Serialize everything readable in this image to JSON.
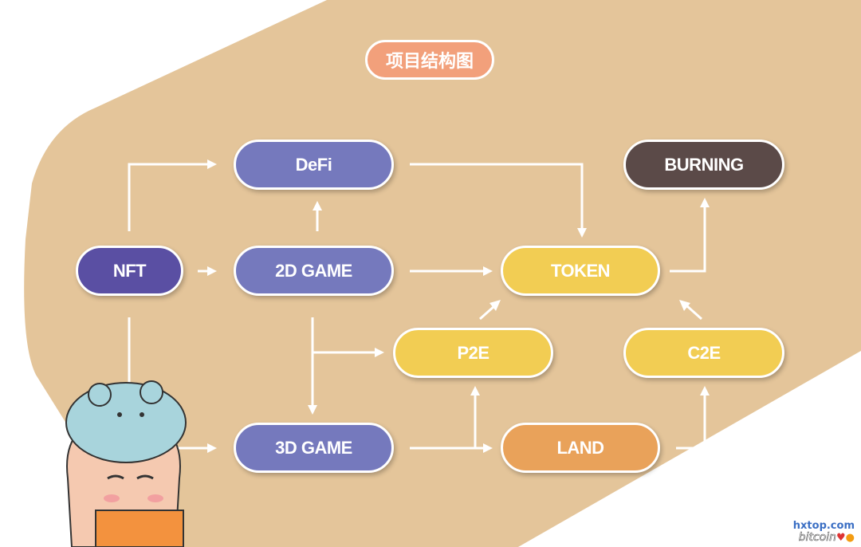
{
  "title": "项目结构图",
  "nodes": {
    "defi": "DeFi",
    "nft": "NFT",
    "game2d": "2D GAME",
    "game3d": "3D GAME",
    "token": "TOKEN",
    "burning": "BURNING",
    "p2e": "P2E",
    "c2e": "C2E",
    "land": "LAND"
  },
  "colors": {
    "background": "#e4c59a",
    "purple_dark": "#5a4fa3",
    "purple": "#7579bd",
    "yellow": "#f2cd53",
    "orange": "#e9a25a",
    "brown": "#5b4a48",
    "title": "#f2a07b"
  },
  "watermark": {
    "site": "hxtop.com",
    "brand": "bitcoin"
  }
}
